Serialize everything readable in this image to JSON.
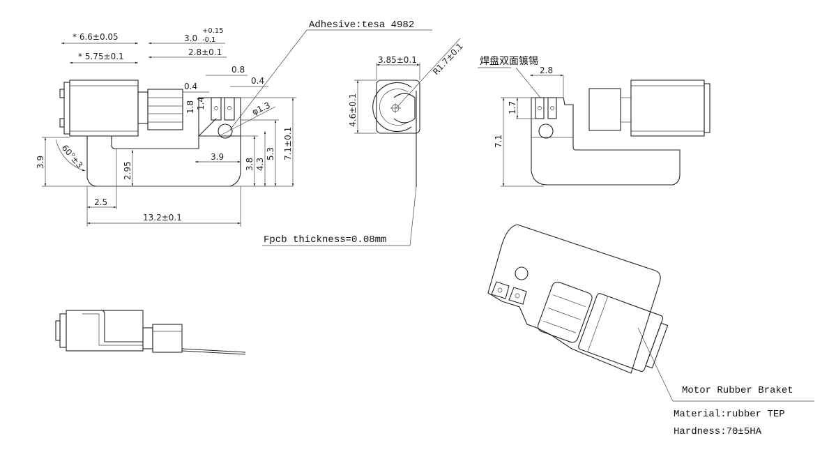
{
  "front_view": {
    "dim_motor_length": "* 6.6±0.05",
    "dim_can_length": "* 5.75±0.1",
    "dim_rubber_width": "3.0",
    "dim_rubber_tol_upper": "+0.15",
    "dim_rubber_tol_lower": "-0.1",
    "dim_gear_width": "2.8±0.1",
    "dim_pad_pitch": "0.8",
    "dim_pad_gap": "0.4",
    "dim_pad_width": "0.4",
    "dim_pad_height_outer": "1.8",
    "dim_pad_height_inner": "1.4",
    "dim_hole_diameter": "φ1.3",
    "dim_bracket_step": "3.9",
    "dim_height_3_8": "3.8",
    "dim_height_4_3": "4.3",
    "dim_height_5_3": "5.3",
    "dim_total_height": "7.1±0.1",
    "dim_left_height": "3.9",
    "dim_angle": "60°±3",
    "dim_inner_height": "2.95",
    "dim_tab_width": "2.5",
    "dim_total_length": "13.2±0.1"
  },
  "end_view": {
    "dim_width": "3.85±0.1",
    "dim_height": "4.6±0.1",
    "dim_radius": "R1.7±0.1"
  },
  "side_view": {
    "pad_note": "焊盘双面镀锡",
    "dim_pad_span": "2.8",
    "dim_pad_height": "1.7",
    "dim_height": "7.1"
  },
  "notes": {
    "adhesive": "Adhesive:tesa 4982",
    "fpcb_thickness": "Fpcb thickness=0.08mm",
    "rubber_title": "Motor Rubber Braket",
    "material": "Material:rubber  TEP",
    "hardness": "Hardness:70±5HA"
  }
}
